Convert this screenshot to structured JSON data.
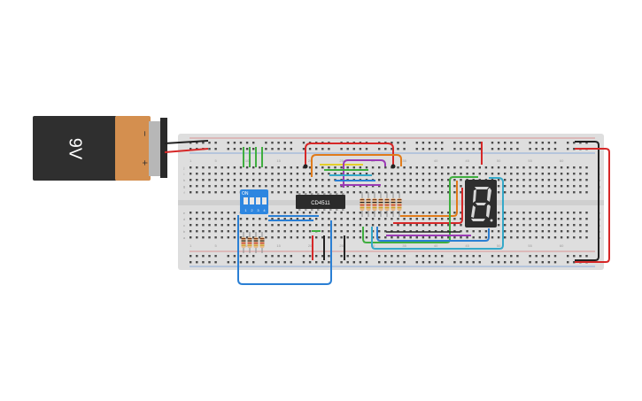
{
  "battery": {
    "label": "9V",
    "minus_sign": "−",
    "plus_sign": "+",
    "body_color": "#2f2f2f",
    "label_color": "#ffffff",
    "cap_color": "#d48f4f"
  },
  "breadboard": {
    "color": "#dedede",
    "hole_color": "#4a4a4a",
    "rail_red": "#d43a3a",
    "rail_blue": "#2a6fd6",
    "row_letters_top": [
      "j",
      "i",
      "h",
      "g",
      "f"
    ],
    "row_letters_bottom": [
      "e",
      "d",
      "c",
      "b",
      "a"
    ],
    "column_numbers": [
      "1",
      "5",
      "10",
      "15",
      "20",
      "25",
      "30",
      "35",
      "40",
      "45",
      "50",
      "55",
      "60"
    ]
  },
  "ic": {
    "label": "CD4511",
    "body_color": "#2b2b2b"
  },
  "dip_switch": {
    "label": "ON",
    "positions": [
      "1",
      "2",
      "3",
      "4"
    ],
    "body_color": "#2d86e0"
  },
  "seven_segment": {
    "digit": "8",
    "body_color": "#2e2e2e",
    "segment_color": "#d7d7d7"
  },
  "wire_colors": {
    "red": "#d62828",
    "black": "#222222",
    "green": "#3fae3f",
    "orange": "#e07b1a",
    "yellow": "#e3cf2b",
    "purple": "#9b3bb5",
    "blue": "#2a7fd4",
    "cyan": "#35a9c9"
  }
}
